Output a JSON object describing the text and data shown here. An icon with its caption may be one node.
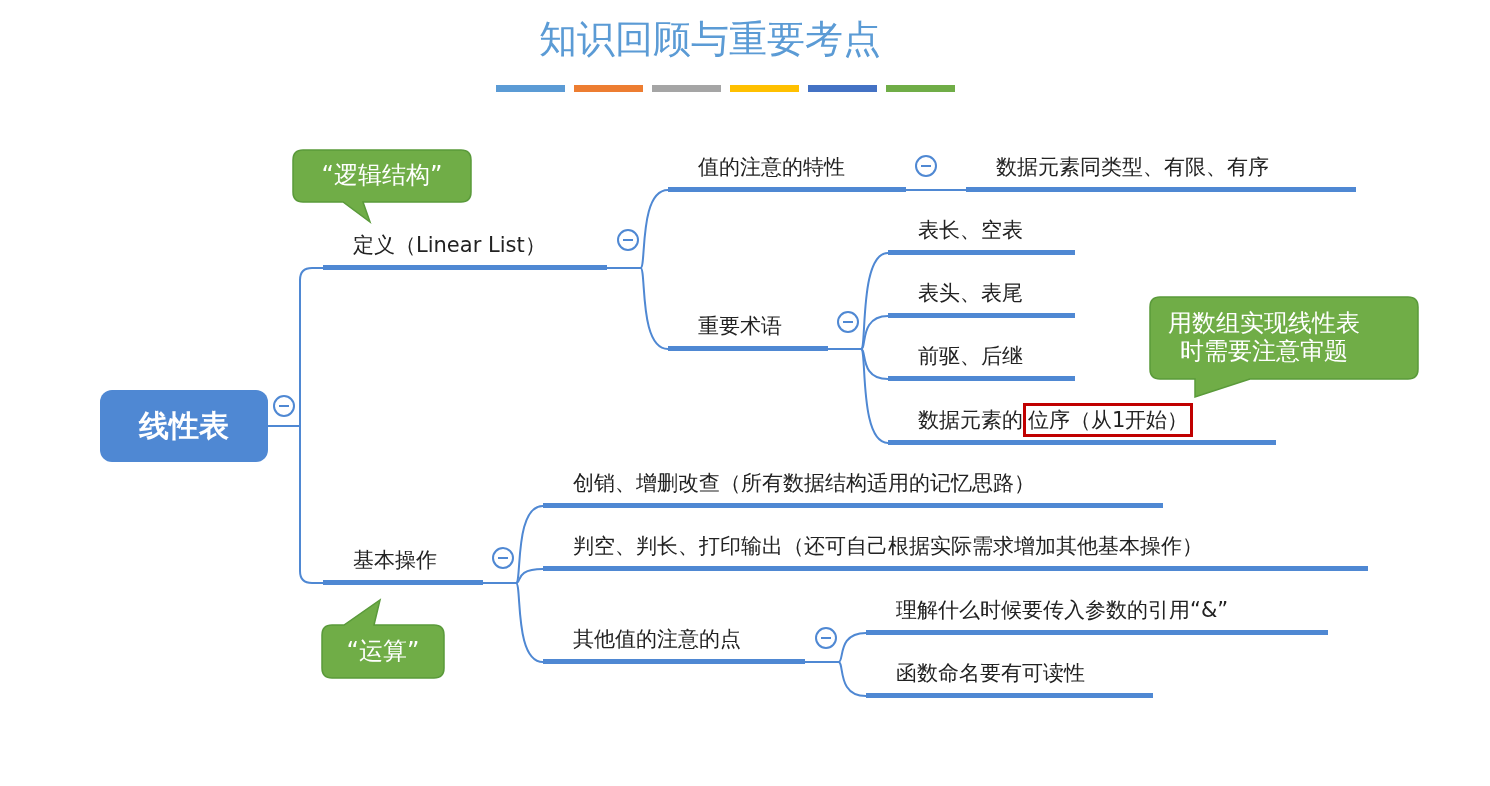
{
  "diagram": {
    "title": "知识回顾与重要考点",
    "nodes": [
      {
        "text": [
          "线性表"
        ]
      },
      {
        "text": [
          "定义（Linear List）"
        ]
      },
      {
        "text": [
          "值的注意的特性"
        ]
      },
      {
        "text": [
          "数据元素同类型、有限、有序"
        ]
      },
      {
        "text": [
          "重要术语"
        ]
      },
      {
        "text": [
          "表长、空表"
        ]
      },
      {
        "text": [
          "表头、表尾"
        ]
      },
      {
        "text": [
          "前驱、后继"
        ]
      },
      {
        "text": [
          "数据元素的",
          "位序（从1开始）"
        ]
      },
      {
        "text": [
          "基本操作"
        ]
      },
      {
        "text": [
          "创销、增删改查（所有数据结构适用的记忆思路）"
        ]
      },
      {
        "text": [
          "判空、判长、打印输出（还可自己根据实际需求增加其他基本操作）"
        ]
      },
      {
        "text": [
          "其他值的注意的点"
        ]
      },
      {
        "text": [
          "理解什么时候要传入参数的引用“&”"
        ]
      },
      {
        "text": [
          "函数命名要有可读性"
        ]
      },
      {
        "text": [
          "“逻辑结构”"
        ]
      },
      {
        "text": [
          "“运算”"
        ]
      },
      {
        "text": [
          "用数组实现线性表时需要注意审题"
        ]
      }
    ],
    "edges": [
      {
        "from": 0,
        "to": 1,
        "arrow": "none"
      },
      {
        "from": 0,
        "to": 9,
        "arrow": "none"
      },
      {
        "from": 1,
        "to": 2,
        "arrow": "none"
      },
      {
        "from": 1,
        "to": 4,
        "arrow": "none"
      },
      {
        "from": 2,
        "to": 3,
        "arrow": "none"
      },
      {
        "from": 4,
        "to": 5,
        "arrow": "none"
      },
      {
        "from": 4,
        "to": 6,
        "arrow": "none"
      },
      {
        "from": 4,
        "to": 7,
        "arrow": "none"
      },
      {
        "from": 4,
        "to": 8,
        "arrow": "none"
      },
      {
        "from": 9,
        "to": 10,
        "arrow": "none"
      },
      {
        "from": 9,
        "to": 11,
        "arrow": "none"
      },
      {
        "from": 9,
        "to": 12,
        "arrow": "none"
      },
      {
        "from": 12,
        "to": 13,
        "arrow": "none"
      },
      {
        "from": 12,
        "to": 14,
        "arrow": "none"
      }
    ]
  }
}
